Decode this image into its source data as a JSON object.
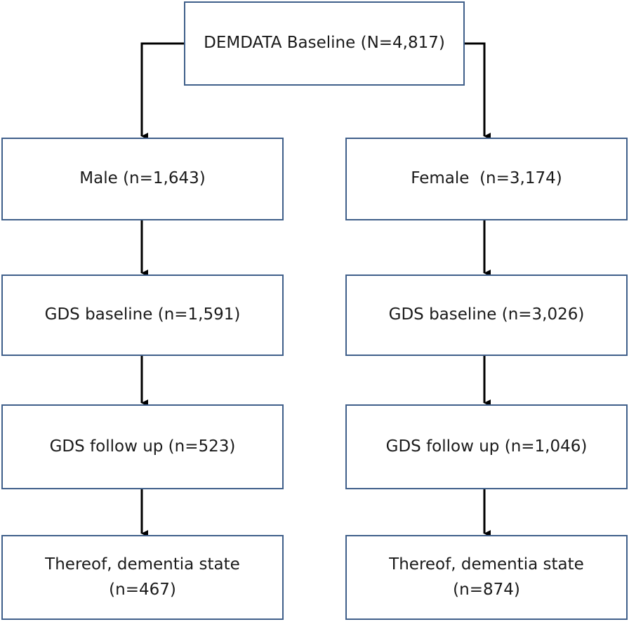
{
  "root": {
    "label": "DEMDATA Baseline (N=4,817)"
  },
  "branches": {
    "left": {
      "sex": "Male (n=1,643)",
      "gds_baseline": "GDS baseline (n=1,591)",
      "gds_followup": "GDS follow up (n=523)",
      "dementia_line1": "Thereof, dementia state",
      "dementia_line2": "(n=467)"
    },
    "right": {
      "sex": "Female  (n=3,174)",
      "gds_baseline": "GDS baseline (n=3,026)",
      "gds_followup": "GDS follow up (n=1,046)",
      "dementia_line1": "Thereof, dementia state",
      "dementia_line2": "(n=874)"
    }
  },
  "colors": {
    "box_border": "#3f5f8a",
    "arrow": "#000000"
  }
}
